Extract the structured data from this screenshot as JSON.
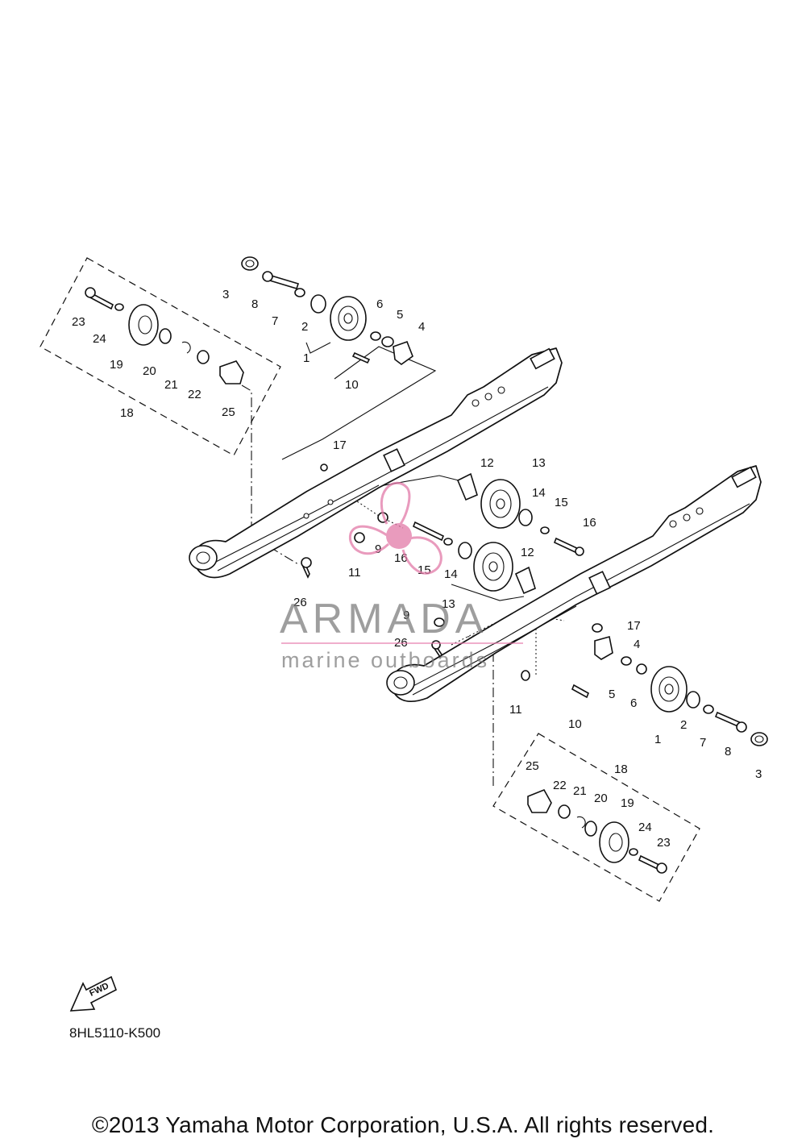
{
  "diagram": {
    "drawing_code": "8HL5110-K500",
    "copyright": "©2013 Yamaha Motor Corporation, U.S.A. All rights reserved.",
    "fwd_label": "FWD",
    "watermark": {
      "brand": "ARMADA",
      "tagline": "marine outboards"
    },
    "callouts": {
      "left": [
        "1",
        "2",
        "3",
        "4",
        "5",
        "6",
        "7",
        "8",
        "9",
        "10",
        "11",
        "12",
        "13",
        "14",
        "15",
        "16",
        "17",
        "18",
        "19",
        "20",
        "21",
        "22",
        "23",
        "24",
        "25",
        "26"
      ],
      "right": [
        "1",
        "2",
        "3",
        "4",
        "5",
        "6",
        "7",
        "8",
        "9",
        "10",
        "11",
        "12",
        "13",
        "14",
        "15",
        "16",
        "17",
        "18",
        "19",
        "20",
        "21",
        "22",
        "23",
        "24",
        "25",
        "26"
      ]
    }
  }
}
